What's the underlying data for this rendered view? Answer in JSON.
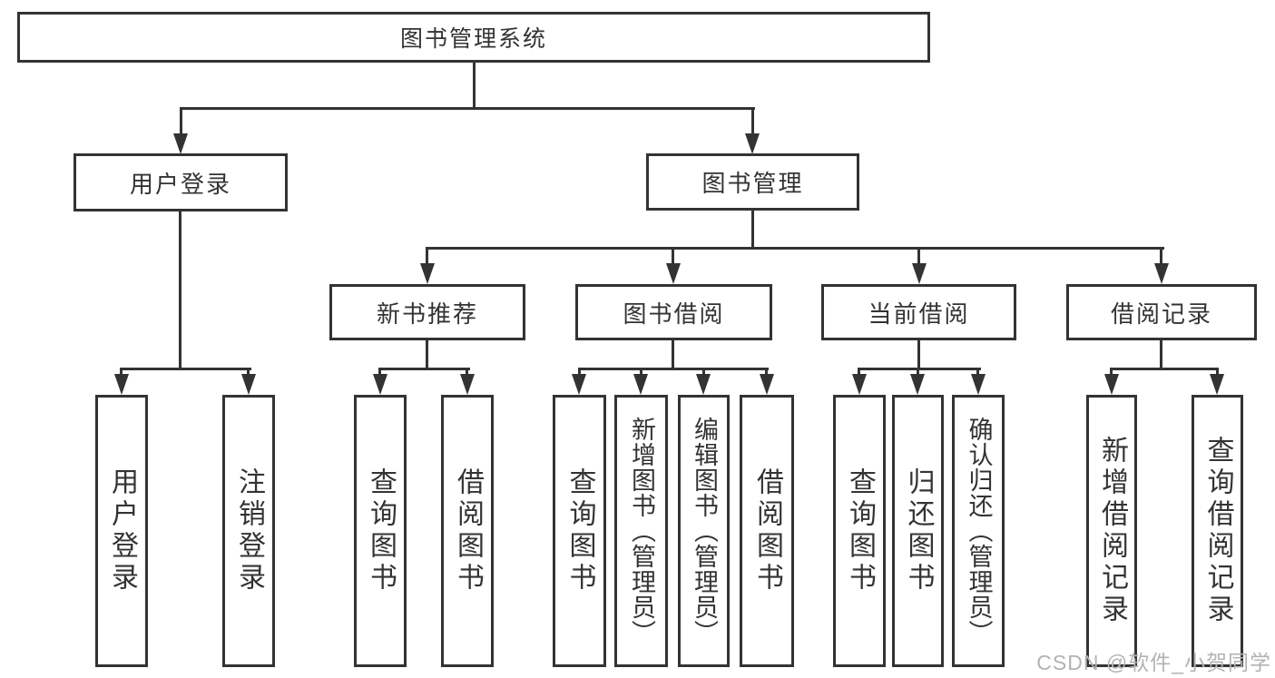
{
  "diagram": {
    "root": "图书管理系统",
    "children": [
      {
        "label": "用户登录",
        "children": [
          "用户登录",
          "注销登录"
        ]
      },
      {
        "label": "图书管理",
        "children": [
          {
            "label": "新书推荐",
            "children": [
              "查询图书",
              "借阅图书"
            ]
          },
          {
            "label": "图书借阅",
            "children": [
              "查询图书",
              "新增图书（管理员）",
              "编辑图书（管理员）",
              "借阅图书"
            ]
          },
          {
            "label": "当前借阅",
            "children": [
              "查询图书",
              "归还图书",
              "确认归还（管理员）"
            ]
          },
          {
            "label": "借阅记录",
            "children": [
              "新增借阅记录",
              "查询借阅记录"
            ]
          }
        ]
      }
    ]
  },
  "watermark": "CSDN @软件_小贺同学",
  "colors": {
    "line": "#333333",
    "text": "#333333",
    "box_background": "#ffffff",
    "watermark": "#b3b3b3",
    "background": "#ffffff"
  }
}
